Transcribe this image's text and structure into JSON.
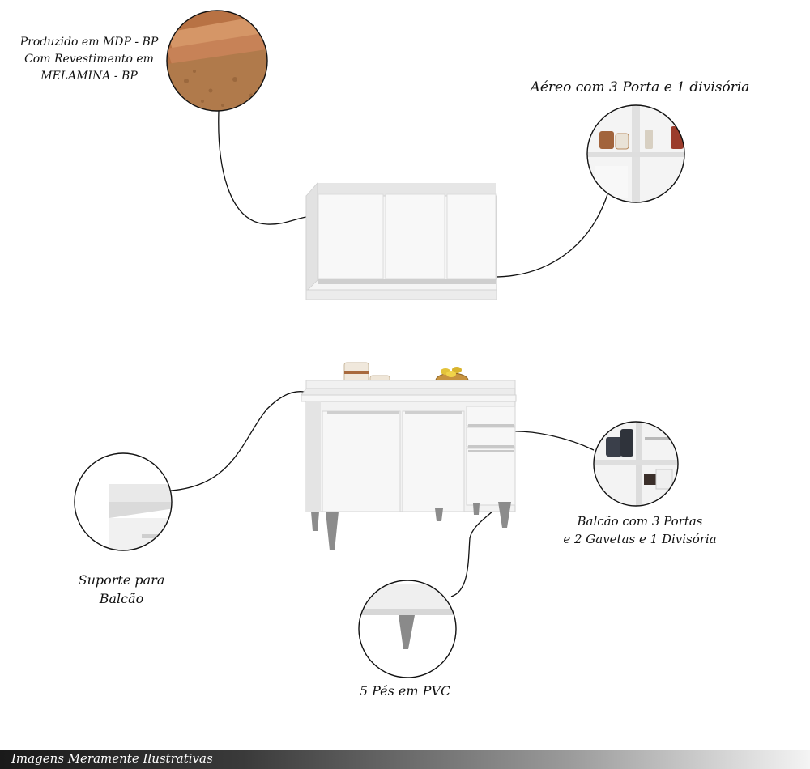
{
  "labels": {
    "material": [
      "Produzido em MDP - BP",
      "Com Revestimento em",
      "MELAMINA - BP"
    ],
    "aereo": "Aéreo com 3 Porta e 1 divisória",
    "balcao": [
      "Balcão com 3 Portas",
      "e 2 Gavetas e 1 Divisória"
    ],
    "suporte": [
      "Suporte para",
      "Balcão"
    ],
    "pes": "5 Pés em PVC"
  },
  "footer": {
    "text": "Imagens Meramente Ilustrativas"
  },
  "colors": {
    "cabinet_white": "#f3f3f3",
    "cabinet_shadow": "#d6d6d6",
    "wood": "#a8643c",
    "callout_line": "#111111",
    "leg_gray": "#8a8a8a"
  }
}
